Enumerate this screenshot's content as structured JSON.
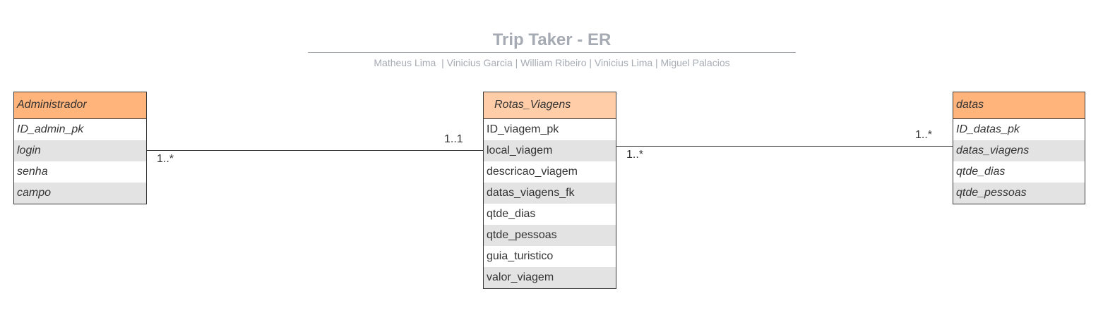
{
  "diagram": {
    "title": "Trip Taker - ER",
    "subtitle": "Matheus Lima  | Vinicius Garcia | William Ribeiro | Vinicius Lima | Miguel Palacios"
  },
  "entities": {
    "administrador": {
      "name": "Administrador",
      "attributes": [
        "ID_admin_pk",
        "login",
        "senha",
        "campo"
      ]
    },
    "rotas_viagens": {
      "name": "Rotas_Viagens",
      "attributes": [
        "ID_viagem_pk",
        "local_viagem",
        "descricao_viagem",
        "datas_viagens_fk",
        "qtde_dias",
        "qtde_pessoas",
        "guia_turistico",
        "valor_viagem"
      ]
    },
    "datas": {
      "name": "datas",
      "attributes": [
        "ID_datas_pk",
        "datas_viagens",
        "qtde_dias",
        "qtde_pessoas"
      ]
    }
  },
  "relationships": [
    {
      "from": "Administrador",
      "to": "Rotas_Viagens",
      "from_multiplicity": "1..*",
      "to_multiplicity": "1..1"
    },
    {
      "from": "Rotas_Viagens",
      "to": "datas",
      "from_multiplicity": "1..*",
      "to_multiplicity": "1..*"
    }
  ],
  "colors": {
    "title": "#a6abb3",
    "header_admin": "#ffb47c",
    "header_rotas": "#ffcda8",
    "header_datas": "#ffb47c",
    "row_shaded": "#e3e3e3",
    "border": "#3a3a3a"
  }
}
